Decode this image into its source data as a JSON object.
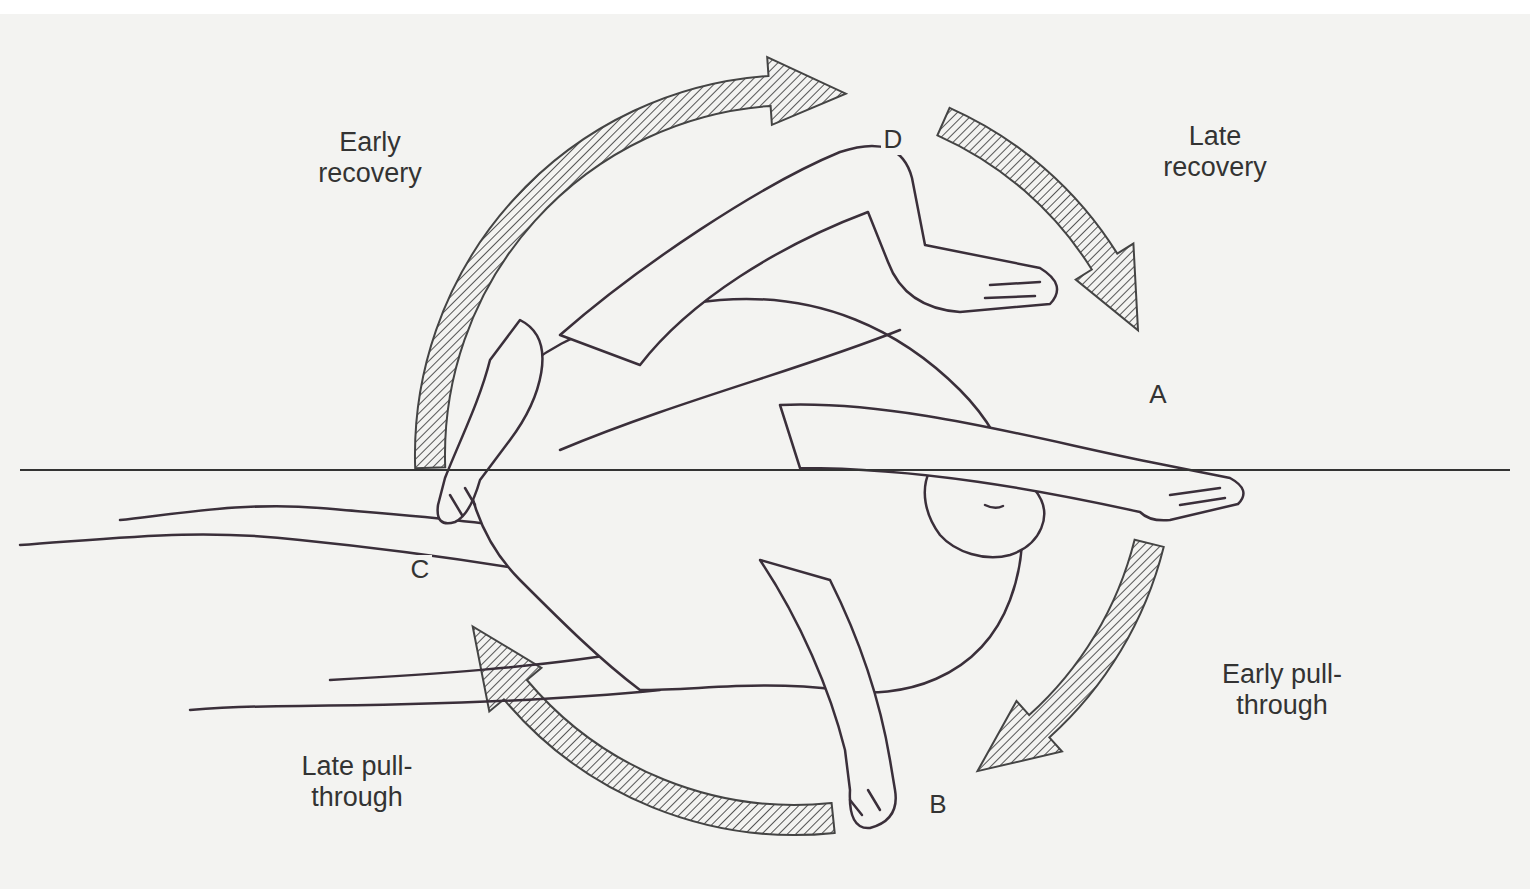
{
  "diagram": {
    "labels": [
      "Early recovery",
      "D",
      "Late recovery",
      "A",
      "C",
      "Early pull-through",
      "Late pull-through",
      "B"
    ]
  }
}
